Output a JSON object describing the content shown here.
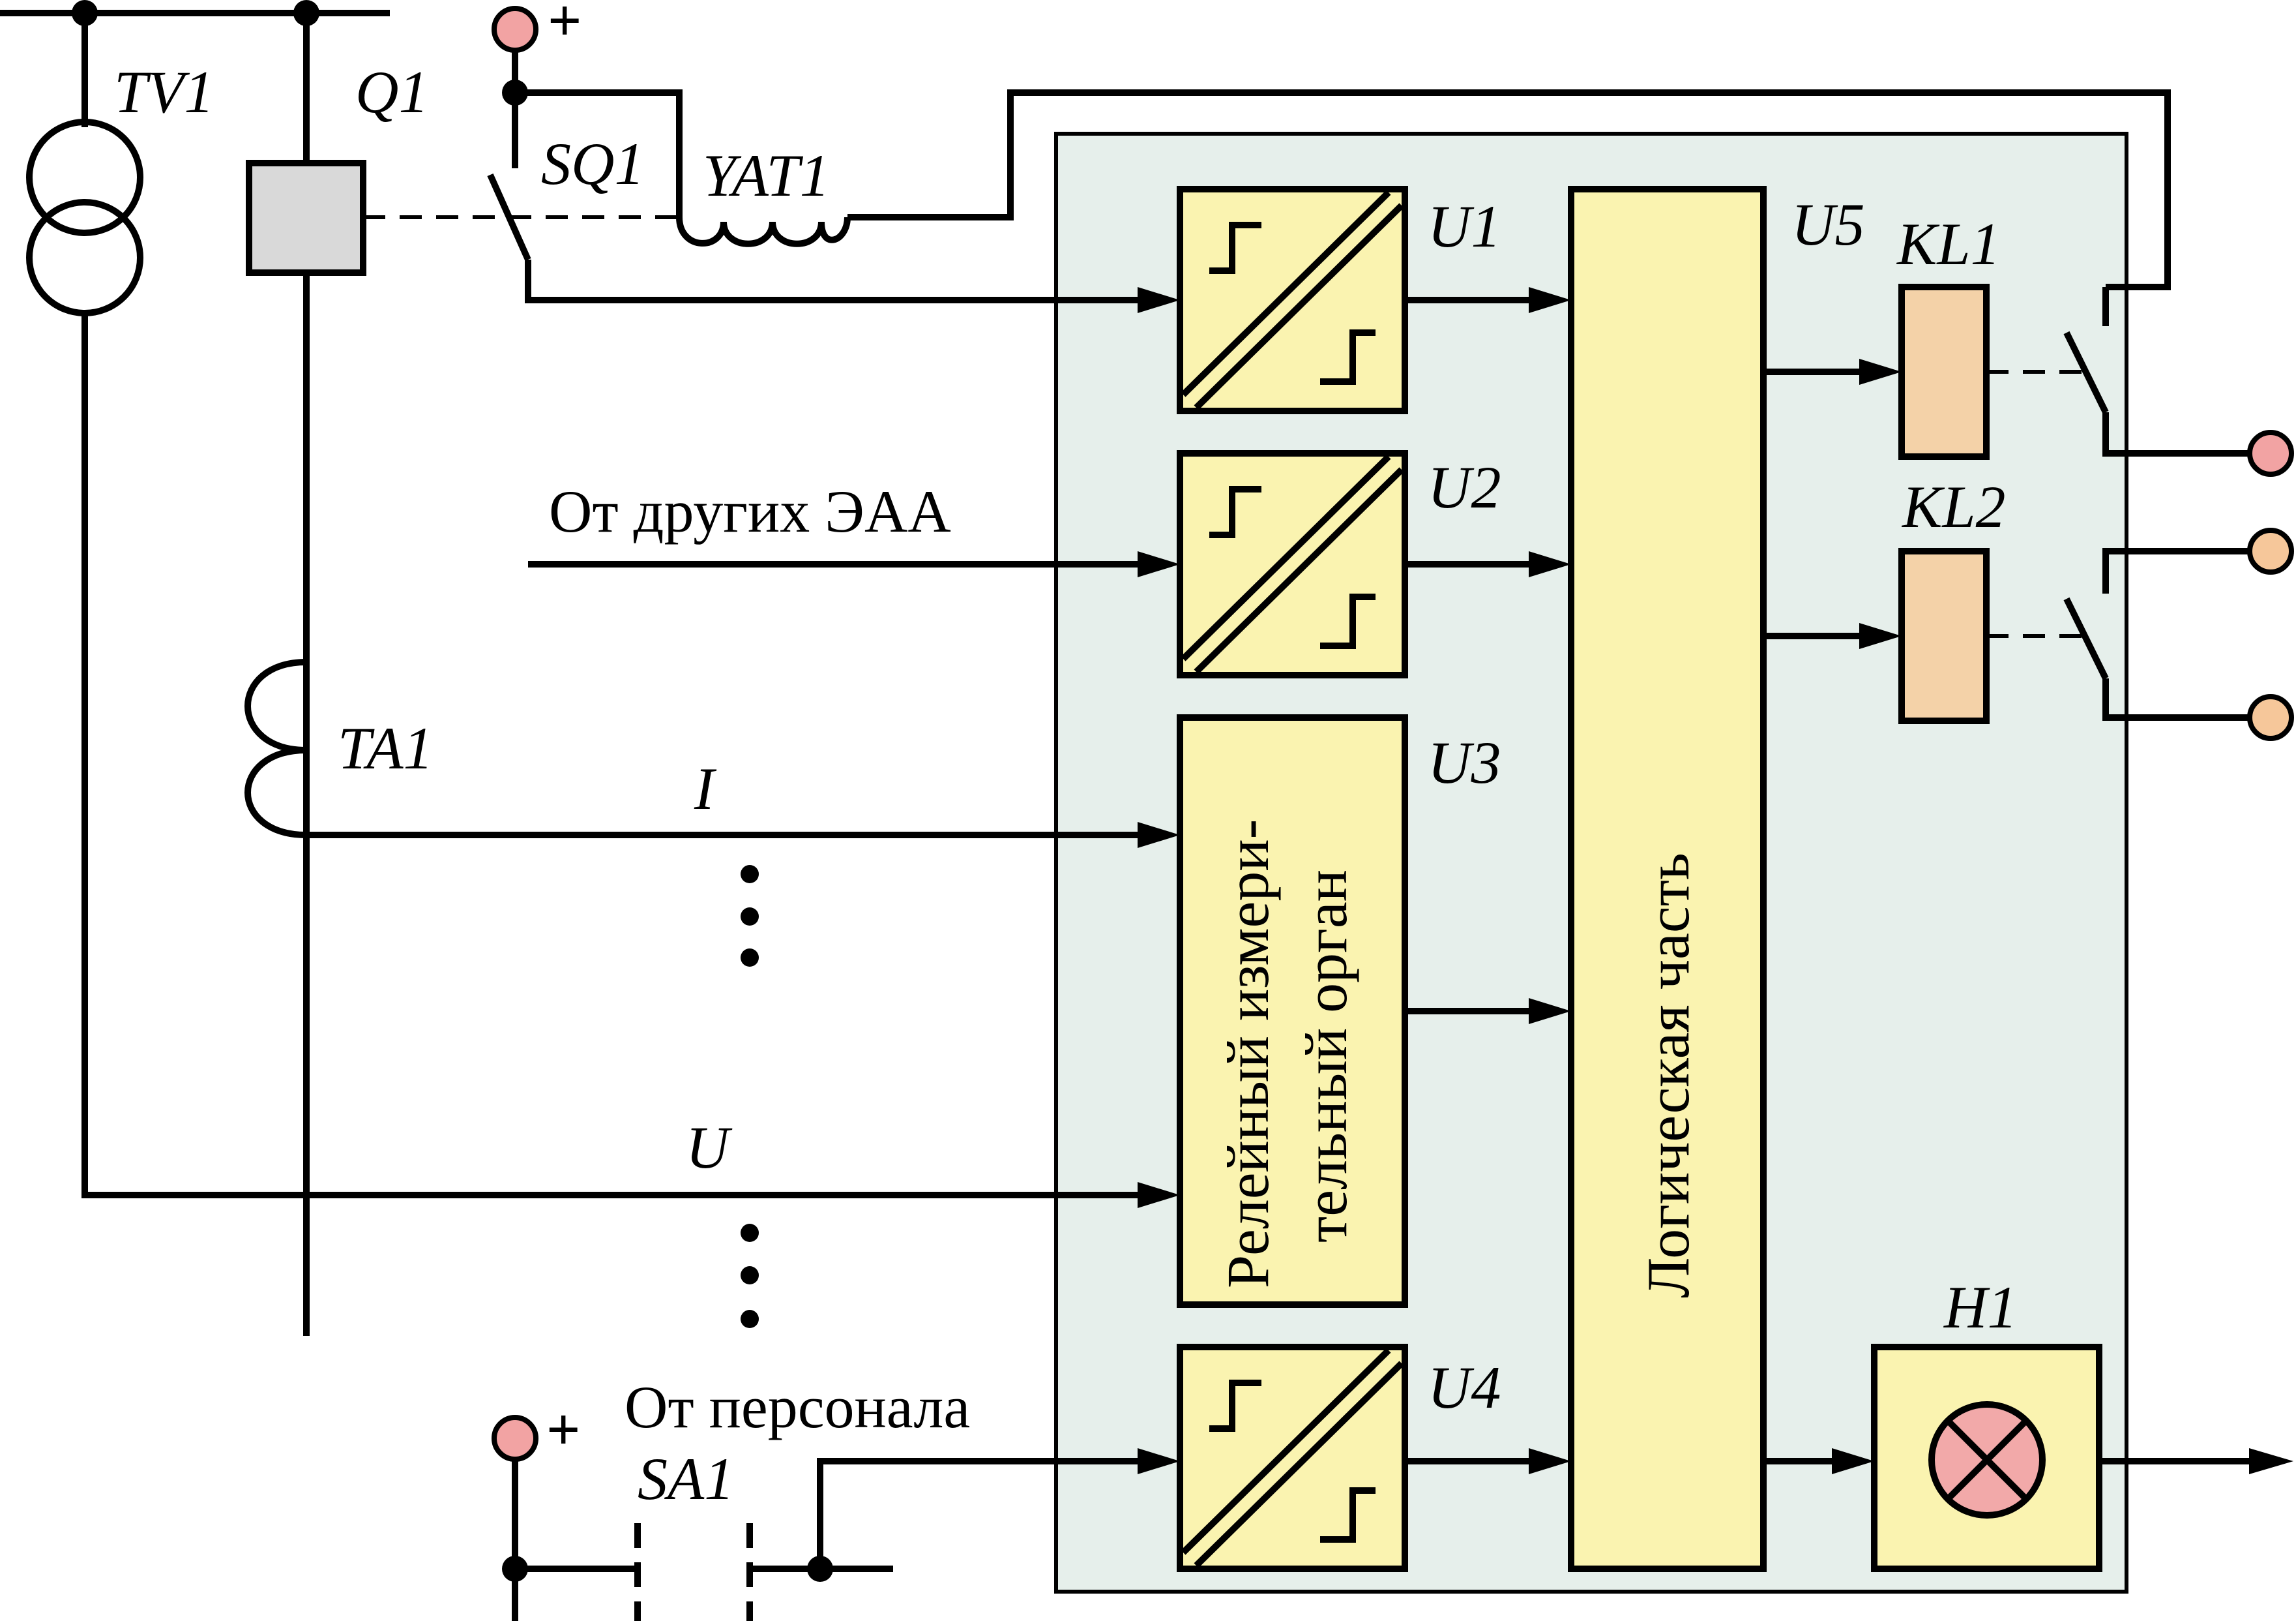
{
  "colors": {
    "panel": "#e6efeb",
    "block": "#faf3b0",
    "relay": "#f4d2a8",
    "breaker": "#d9d9d9",
    "terminal_pink": "#f2a3a3",
    "terminal_orange": "#f6c79a",
    "lamp": "#f2a9a9"
  },
  "designators": {
    "tv1": "TV1",
    "q1": "Q1",
    "sq1": "SQ1",
    "yat1": "YAT1",
    "ta1": "TA1",
    "sa1": "SA1",
    "u1": "U1",
    "u2": "U2",
    "u3": "U3",
    "u4": "U4",
    "u5": "U5",
    "kl1": "KL1",
    "kl2": "KL2",
    "h1": "H1"
  },
  "signals": {
    "current": "I",
    "voltage": "U",
    "plus_top": "+",
    "plus_bottom": "+"
  },
  "texts": {
    "from_other": "От других ЭАА",
    "from_staff": "От персонала",
    "measuring_line1": "Релейный измери-",
    "measuring_line2": "тельный орган",
    "logic": "Логическая часть"
  },
  "icons": {
    "converter": "level-converter-icon",
    "lamp": "signal-lamp-icon",
    "transformer": "voltage-transformer-icon",
    "current_transformer": "current-transformer-icon",
    "coil": "trip-coil-icon"
  }
}
